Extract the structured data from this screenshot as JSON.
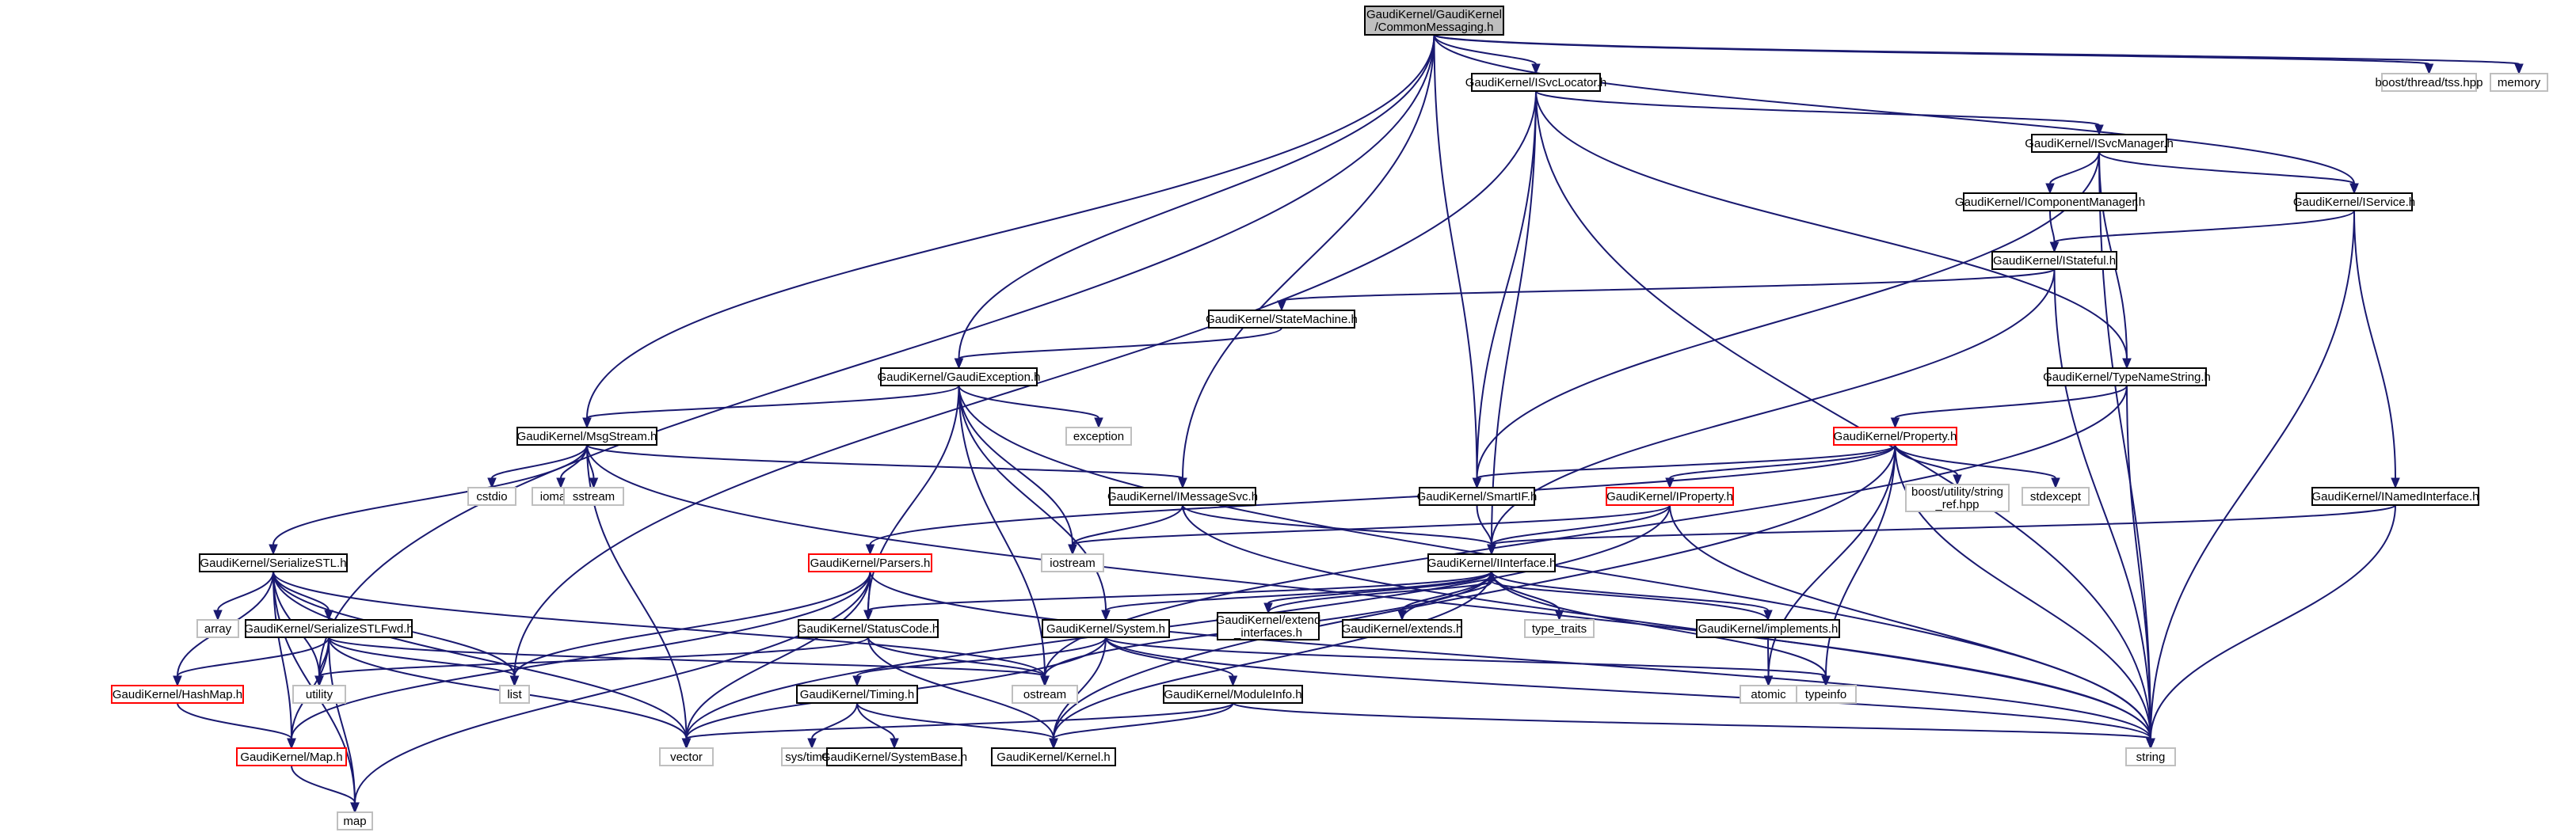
{
  "colors": {
    "root_fill": "#bfbfbf",
    "normal_border": "#000000",
    "red_border": "#ff0000",
    "external_border": "#bfbfbf",
    "edge": "#191970",
    "background": "#ffffff"
  },
  "nodes": [
    {
      "id": "root",
      "lines": [
        "GaudiKernel/GaudiKernel",
        "/CommonMessaging.h"
      ],
      "kind": "root"
    },
    {
      "id": "ISvcLocator",
      "lines": [
        "GaudiKernel/ISvcLocator.h"
      ],
      "kind": "normal"
    },
    {
      "id": "tss",
      "lines": [
        "boost/thread/tss.hpp"
      ],
      "kind": "external"
    },
    {
      "id": "memory",
      "lines": [
        "memory"
      ],
      "kind": "external"
    },
    {
      "id": "ISvcManager",
      "lines": [
        "GaudiKernel/ISvcManager.h"
      ],
      "kind": "normal"
    },
    {
      "id": "IComponentManager",
      "lines": [
        "GaudiKernel/IComponentManager.h"
      ],
      "kind": "normal"
    },
    {
      "id": "IService",
      "lines": [
        "GaudiKernel/IService.h"
      ],
      "kind": "normal"
    },
    {
      "id": "IStateful",
      "lines": [
        "GaudiKernel/IStateful.h"
      ],
      "kind": "normal"
    },
    {
      "id": "StateMachine",
      "lines": [
        "GaudiKernel/StateMachine.h"
      ],
      "kind": "normal"
    },
    {
      "id": "GaudiException",
      "lines": [
        "GaudiKernel/GaudiException.h"
      ],
      "kind": "normal"
    },
    {
      "id": "TypeNameString",
      "lines": [
        "GaudiKernel/TypeNameString.h"
      ],
      "kind": "normal"
    },
    {
      "id": "exception",
      "lines": [
        "exception"
      ],
      "kind": "external"
    },
    {
      "id": "MsgStream",
      "lines": [
        "GaudiKernel/MsgStream.h"
      ],
      "kind": "normal"
    },
    {
      "id": "Property",
      "lines": [
        "GaudiKernel/Property.h"
      ],
      "kind": "red"
    },
    {
      "id": "cstdio",
      "lines": [
        "cstdio"
      ],
      "kind": "external"
    },
    {
      "id": "iomanip",
      "lines": [
        "iomanip"
      ],
      "kind": "external"
    },
    {
      "id": "sstream",
      "lines": [
        "sstream"
      ],
      "kind": "external"
    },
    {
      "id": "IMessageSvc",
      "lines": [
        "GaudiKernel/IMessageSvc.h"
      ],
      "kind": "normal"
    },
    {
      "id": "SmartIF",
      "lines": [
        "GaudiKernel/SmartIF.h"
      ],
      "kind": "normal"
    },
    {
      "id": "IProperty",
      "lines": [
        "GaudiKernel/IProperty.h"
      ],
      "kind": "red"
    },
    {
      "id": "string_ref",
      "lines": [
        "boost/utility/string",
        "_ref.hpp"
      ],
      "kind": "external"
    },
    {
      "id": "stdexcept",
      "lines": [
        "stdexcept"
      ],
      "kind": "external"
    },
    {
      "id": "INamedInterface",
      "lines": [
        "GaudiKernel/INamedInterface.h"
      ],
      "kind": "normal"
    },
    {
      "id": "SerializeSTL",
      "lines": [
        "GaudiKernel/SerializeSTL.h"
      ],
      "kind": "normal"
    },
    {
      "id": "Parsers",
      "lines": [
        "GaudiKernel/Parsers.h"
      ],
      "kind": "red"
    },
    {
      "id": "iostream",
      "lines": [
        "iostream"
      ],
      "kind": "external"
    },
    {
      "id": "IInterface",
      "lines": [
        "GaudiKernel/IInterface.h"
      ],
      "kind": "normal"
    },
    {
      "id": "array",
      "lines": [
        "array"
      ],
      "kind": "external"
    },
    {
      "id": "SerializeSTLFwd",
      "lines": [
        "GaudiKernel/SerializeSTLFwd.h"
      ],
      "kind": "normal"
    },
    {
      "id": "StatusCode",
      "lines": [
        "GaudiKernel/StatusCode.h"
      ],
      "kind": "normal"
    },
    {
      "id": "System",
      "lines": [
        "GaudiKernel/System.h"
      ],
      "kind": "normal"
    },
    {
      "id": "extend_interfaces",
      "lines": [
        "GaudiKernel/extend",
        "_interfaces.h"
      ],
      "kind": "normal"
    },
    {
      "id": "extends",
      "lines": [
        "GaudiKernel/extends.h"
      ],
      "kind": "normal"
    },
    {
      "id": "type_traits",
      "lines": [
        "type_traits"
      ],
      "kind": "external"
    },
    {
      "id": "implements",
      "lines": [
        "GaudiKernel/implements.h"
      ],
      "kind": "normal"
    },
    {
      "id": "HashMap",
      "lines": [
        "GaudiKernel/HashMap.h"
      ],
      "kind": "red"
    },
    {
      "id": "utility",
      "lines": [
        "utility"
      ],
      "kind": "external"
    },
    {
      "id": "list",
      "lines": [
        "list"
      ],
      "kind": "external"
    },
    {
      "id": "ostream",
      "lines": [
        "ostream"
      ],
      "kind": "external"
    },
    {
      "id": "Timing",
      "lines": [
        "GaudiKernel/Timing.h"
      ],
      "kind": "normal"
    },
    {
      "id": "ModuleInfo",
      "lines": [
        "GaudiKernel/ModuleInfo.h"
      ],
      "kind": "normal"
    },
    {
      "id": "typeinfo",
      "lines": [
        "typeinfo"
      ],
      "kind": "external"
    },
    {
      "id": "atomic",
      "lines": [
        "atomic"
      ],
      "kind": "external"
    },
    {
      "id": "Map",
      "lines": [
        "GaudiKernel/Map.h"
      ],
      "kind": "red"
    },
    {
      "id": "vector",
      "lines": [
        "vector"
      ],
      "kind": "external"
    },
    {
      "id": "systime",
      "lines": [
        "sys/time.h"
      ],
      "kind": "external"
    },
    {
      "id": "SystemBase",
      "lines": [
        "GaudiKernel/SystemBase.h"
      ],
      "kind": "normal"
    },
    {
      "id": "Kernel",
      "lines": [
        "GaudiKernel/Kernel.h"
      ],
      "kind": "normal"
    },
    {
      "id": "string",
      "lines": [
        "string"
      ],
      "kind": "external"
    },
    {
      "id": "map",
      "lines": [
        "map"
      ],
      "kind": "external"
    }
  ],
  "edges": [
    [
      "root",
      "ISvcLocator"
    ],
    [
      "root",
      "tss"
    ],
    [
      "root",
      "memory"
    ],
    [
      "root",
      "IService"
    ],
    [
      "root",
      "SmartIF"
    ],
    [
      "root",
      "IMessageSvc"
    ],
    [
      "root",
      "MsgStream"
    ],
    [
      "root",
      "GaudiException"
    ],
    [
      "root",
      "utility"
    ],
    [
      "ISvcLocator",
      "ISvcManager"
    ],
    [
      "ISvcLocator",
      "TypeNameString"
    ],
    [
      "ISvcLocator",
      "SmartIF"
    ],
    [
      "ISvcLocator",
      "IInterface"
    ],
    [
      "ISvcLocator",
      "list"
    ],
    [
      "ISvcLocator",
      "string"
    ],
    [
      "ISvcManager",
      "IComponentManager"
    ],
    [
      "ISvcManager",
      "IService"
    ],
    [
      "ISvcManager",
      "SmartIF"
    ],
    [
      "ISvcManager",
      "TypeNameString"
    ],
    [
      "ISvcManager",
      "string"
    ],
    [
      "IComponentManager",
      "IStateful"
    ],
    [
      "IService",
      "IStateful"
    ],
    [
      "IService",
      "INamedInterface"
    ],
    [
      "IService",
      "string"
    ],
    [
      "IStateful",
      "StateMachine"
    ],
    [
      "IStateful",
      "IInterface"
    ],
    [
      "IStateful",
      "string"
    ],
    [
      "StateMachine",
      "GaudiException"
    ],
    [
      "GaudiException",
      "MsgStream"
    ],
    [
      "GaudiException",
      "exception"
    ],
    [
      "GaudiException",
      "iostream"
    ],
    [
      "GaudiException",
      "StatusCode"
    ],
    [
      "GaudiException",
      "System"
    ],
    [
      "GaudiException",
      "string"
    ],
    [
      "GaudiException",
      "ostream"
    ],
    [
      "TypeNameString",
      "Property"
    ],
    [
      "TypeNameString",
      "string"
    ],
    [
      "TypeNameString",
      "ostream"
    ],
    [
      "MsgStream",
      "cstdio"
    ],
    [
      "MsgStream",
      "iomanip"
    ],
    [
      "MsgStream",
      "sstream"
    ],
    [
      "MsgStream",
      "IMessageSvc"
    ],
    [
      "MsgStream",
      "SerializeSTL"
    ],
    [
      "MsgStream",
      "vector"
    ],
    [
      "MsgStream",
      "string"
    ],
    [
      "Property",
      "SmartIF"
    ],
    [
      "Property",
      "IProperty"
    ],
    [
      "Property",
      "string_ref"
    ],
    [
      "Property",
      "stdexcept"
    ],
    [
      "Property",
      "Parsers"
    ],
    [
      "Property",
      "string"
    ],
    [
      "Property",
      "typeinfo"
    ],
    [
      "Property",
      "atomic"
    ],
    [
      "Property",
      "Kernel"
    ],
    [
      "IMessageSvc",
      "iostream"
    ],
    [
      "IMessageSvc",
      "IInterface"
    ],
    [
      "IMessageSvc",
      "string"
    ],
    [
      "SmartIF",
      "IInterface"
    ],
    [
      "IProperty",
      "IInterface"
    ],
    [
      "IProperty",
      "iostream"
    ],
    [
      "IProperty",
      "string"
    ],
    [
      "IProperty",
      "vector"
    ],
    [
      "INamedInterface",
      "IInterface"
    ],
    [
      "INamedInterface",
      "string"
    ],
    [
      "SerializeSTL",
      "array"
    ],
    [
      "SerializeSTL",
      "SerializeSTLFwd"
    ],
    [
      "SerializeSTL",
      "HashMap"
    ],
    [
      "SerializeSTL",
      "utility"
    ],
    [
      "SerializeSTL",
      "list"
    ],
    [
      "SerializeSTL",
      "ostream"
    ],
    [
      "SerializeSTL",
      "Map"
    ],
    [
      "SerializeSTL",
      "vector"
    ],
    [
      "SerializeSTL",
      "map"
    ],
    [
      "Parsers",
      "StatusCode"
    ],
    [
      "Parsers",
      "list"
    ],
    [
      "Parsers",
      "vector"
    ],
    [
      "Parsers",
      "Map"
    ],
    [
      "Parsers",
      "map"
    ],
    [
      "Parsers",
      "string"
    ],
    [
      "IInterface",
      "StatusCode"
    ],
    [
      "IInterface",
      "System"
    ],
    [
      "IInterface",
      "extend_interfaces"
    ],
    [
      "IInterface",
      "extends"
    ],
    [
      "IInterface",
      "type_traits"
    ],
    [
      "IInterface",
      "implements"
    ],
    [
      "IInterface",
      "typeinfo"
    ],
    [
      "IInterface",
      "ostream"
    ],
    [
      "IInterface",
      "Kernel"
    ],
    [
      "SerializeSTLFwd",
      "HashMap"
    ],
    [
      "SerializeSTLFwd",
      "utility"
    ],
    [
      "SerializeSTLFwd",
      "list"
    ],
    [
      "SerializeSTLFwd",
      "Map"
    ],
    [
      "SerializeSTLFwd",
      "map"
    ],
    [
      "SerializeSTLFwd",
      "vector"
    ],
    [
      "SerializeSTLFwd",
      "ostream"
    ],
    [
      "StatusCode",
      "ostream"
    ],
    [
      "StatusCode",
      "utility"
    ],
    [
      "StatusCode",
      "Kernel"
    ],
    [
      "System",
      "Timing"
    ],
    [
      "System",
      "ModuleInfo"
    ],
    [
      "System",
      "Kernel"
    ],
    [
      "System",
      "typeinfo"
    ],
    [
      "System",
      "string"
    ],
    [
      "System",
      "vector"
    ],
    [
      "extend_interfaces",
      "IInterface"
    ],
    [
      "extends",
      "IInterface"
    ],
    [
      "implements",
      "IInterface"
    ],
    [
      "implements",
      "atomic"
    ],
    [
      "HashMap",
      "Map"
    ],
    [
      "Timing",
      "systime"
    ],
    [
      "Timing",
      "SystemBase"
    ],
    [
      "Timing",
      "Kernel"
    ],
    [
      "ModuleInfo",
      "vector"
    ],
    [
      "ModuleInfo",
      "Kernel"
    ],
    [
      "ModuleInfo",
      "string"
    ],
    [
      "Map",
      "map"
    ]
  ]
}
